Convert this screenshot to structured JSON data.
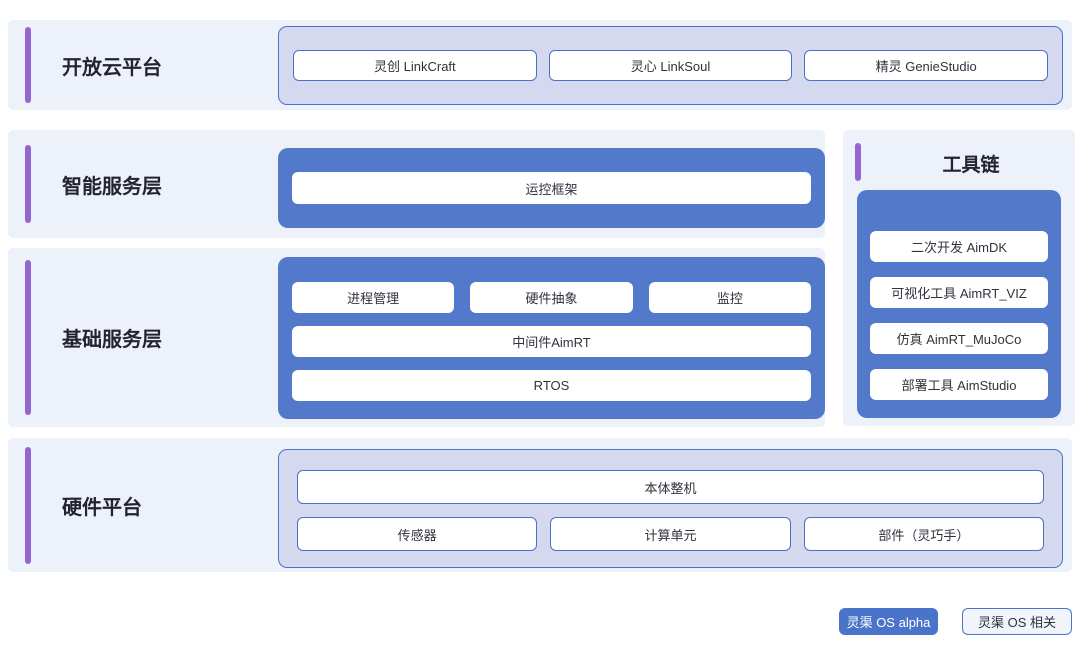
{
  "layers": {
    "cloud": {
      "title": "开放云平台",
      "items": [
        "灵创 LinkCraft",
        "灵心 LinkSoul",
        "精灵 GenieStudio"
      ]
    },
    "intelligent": {
      "title": "智能服务层",
      "items": [
        "运控框架"
      ]
    },
    "base": {
      "title": "基础服务层",
      "row1": [
        "进程管理",
        "硬件抽象",
        "监控"
      ],
      "row2": "中间件AimRT",
      "row3": "RTOS"
    },
    "hardware": {
      "title": "硬件平台",
      "full": "本体整机",
      "items": [
        "传感器",
        "计算单元",
        "部件（灵巧手）"
      ]
    },
    "toolchain": {
      "title": "工具链",
      "items": [
        "二次开发 AimDK",
        "可视化工具 AimRT_VIZ",
        "仿真 AimRT_MuJoCo",
        "部署工具 AimStudio"
      ]
    }
  },
  "legend": {
    "alpha_label": "灵渠 OS alpha",
    "related_label": "灵渠 OS 相关"
  },
  "colors": {
    "accent_blue": "#5379CA",
    "border_blue": "#4A72C4",
    "lavender": "#D4D9F0",
    "panel_bg": "#EDF1F9",
    "accent_purple": "#9267D0"
  }
}
